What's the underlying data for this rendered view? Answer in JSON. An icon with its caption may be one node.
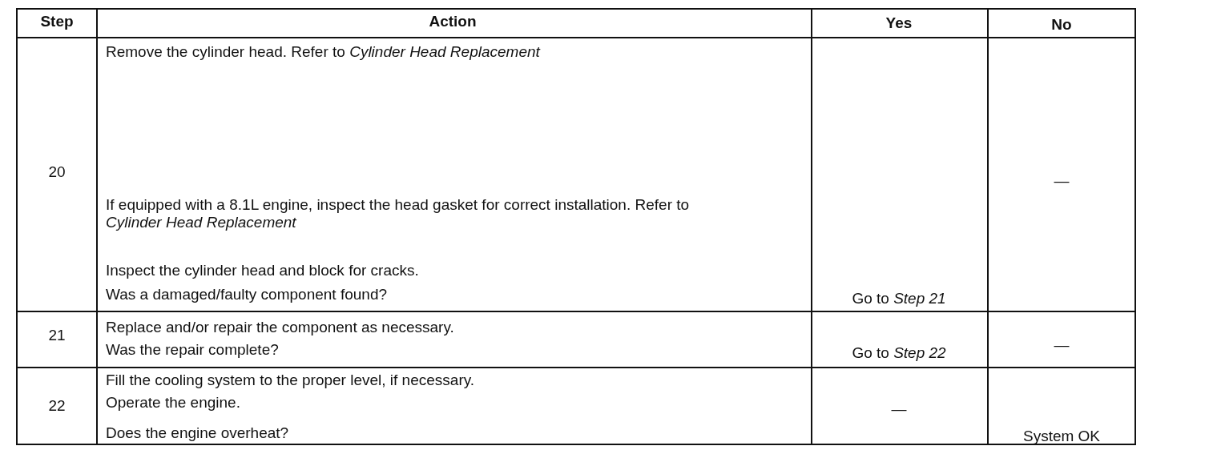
{
  "diagram": {
    "labels": [
      "Step",
      "Action",
      "Yes",
      "No",
      "20",
      "Remove the cylinder head. Refer to *Cylinder Head Replacement*",
      "If equipped with a 8.1L engine, inspect the head gasket for correct installation. Refer to *Cylinder Head Replacement*",
      "Inspect the cylinder head and block for cracks.",
      "Was a damaged/faulty component found?",
      "Go to *Step 21*",
      "—",
      "21",
      "Replace and/or repair the component as necessary.",
      "Was the repair complete?",
      "Go to *Step 22*",
      "—",
      "22",
      "Fill the cooling system to the proper level, if necessary.",
      "Operate the engine.",
      "Does the engine overheat?",
      "—",
      "System OK"
    ]
  }
}
